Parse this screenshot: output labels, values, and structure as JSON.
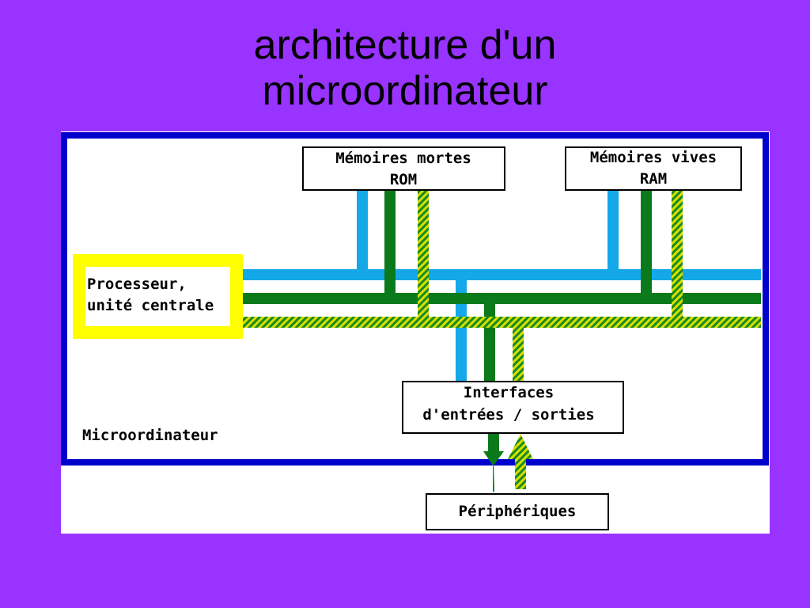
{
  "title": {
    "line1": "architecture d'un",
    "line2": "microordinateur"
  },
  "diagram": {
    "rom": {
      "line1": "Mémoires mortes",
      "line2": "ROM"
    },
    "ram": {
      "line1": "Mémoires vives",
      "line2": "RAM"
    },
    "cpu": {
      "line1": "Processeur,",
      "line2": "unité centrale"
    },
    "io": {
      "line1": "Interfaces",
      "line2": "d'entrées / sorties"
    },
    "container_label": "Microordinateur",
    "peripherals": "Périphériques",
    "colors": {
      "background": "#9933ff",
      "frame": "#0000cc",
      "address_bus": "#14a8e8",
      "data_bus": "#0a7a1a",
      "control_bus_a": "#d8e000",
      "control_bus_b": "#1a8a20",
      "cpu_border": "#ffff00"
    }
  }
}
